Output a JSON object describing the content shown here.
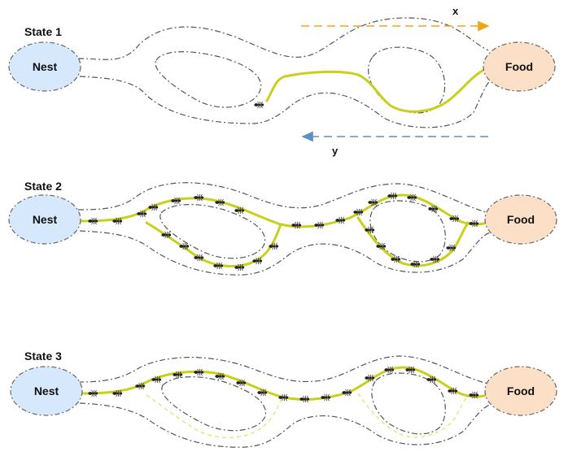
{
  "labels": {
    "nest": "Nest",
    "food": "Food",
    "x_axis": "x",
    "y_axis": "y"
  },
  "states": [
    {
      "label": "State 1"
    },
    {
      "label": "State 2"
    },
    {
      "label": "State 3"
    }
  ],
  "colors": {
    "nest_fill": "#d6e8fb",
    "food_fill": "#fbdfc6",
    "trail": "#c9cf1a",
    "x_arrow": "#f0a21a",
    "y_arrow": "#5b8fc5",
    "ant": "#222222"
  }
}
